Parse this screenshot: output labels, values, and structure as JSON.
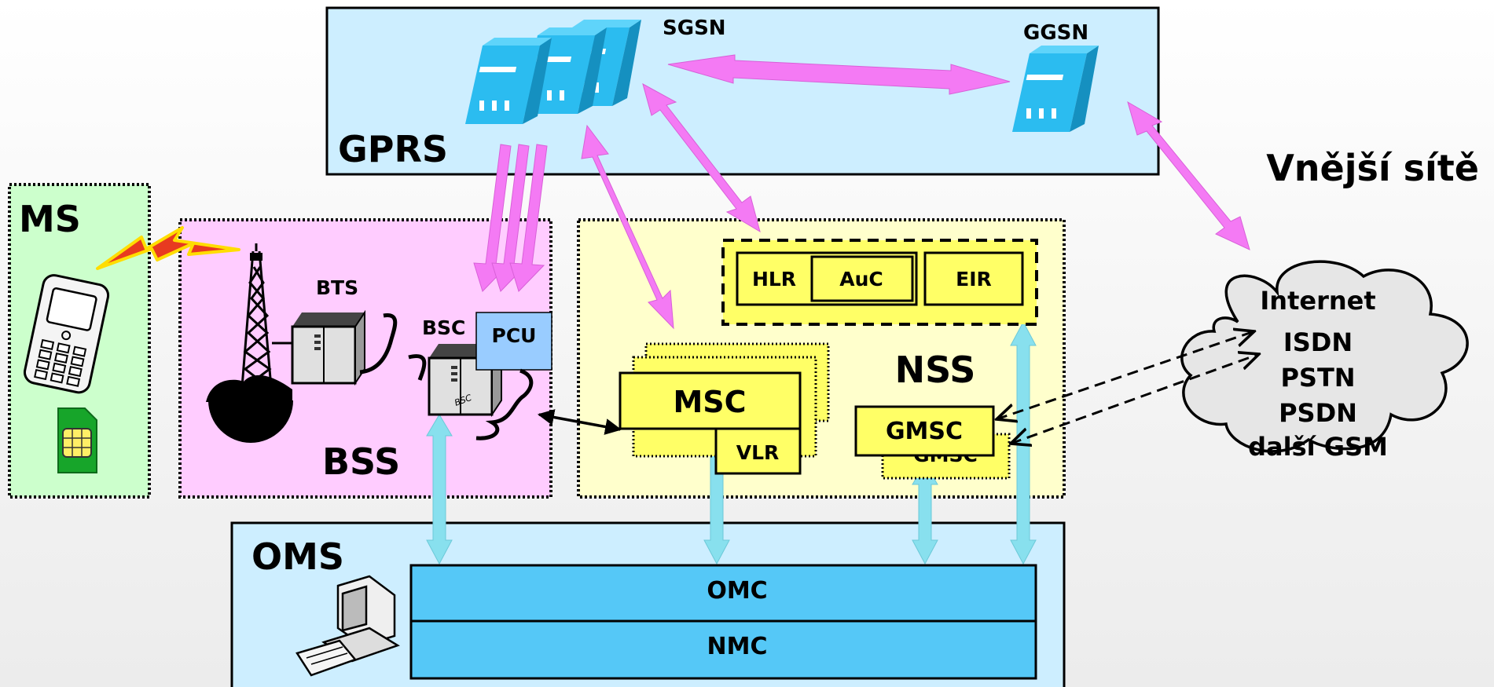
{
  "colors": {
    "gprs_bg": "#cdeeff",
    "ms_bg": "#ccffcc",
    "bss_bg": "#ffccff",
    "nss_bg": "#ffffcc",
    "oms_bg": "#cdeeff",
    "node_yellow": "#ffff66",
    "pcu_blue": "#99ccff",
    "omc_blue": "#55c8f7",
    "server_blue": "#2bbcf0",
    "magenta_link": "#f47af4",
    "cyan_link": "#88e0ee",
    "cloud_gray": "#e6e6e6"
  },
  "zones": {
    "gprs": "GPRS",
    "ms": "MS",
    "bss": "BSS",
    "nss": "NSS",
    "oms": "OMS",
    "external": "Vnější sítě"
  },
  "gprs": {
    "sgsn": "SGSN",
    "ggsn": "GGSN"
  },
  "bss": {
    "bts": "BTS",
    "bsc": "BSC",
    "pcu": "PCU"
  },
  "nss": {
    "hlr": "HLR",
    "auc": "AuC",
    "eir": "EIR",
    "msc": "MSC",
    "vlr": "VLR",
    "gmsc": "GMSC",
    "gmsc_back": "GMSC"
  },
  "oms": {
    "omc": "OMC",
    "nmc": "NMC"
  },
  "external_networks": [
    "Internet",
    "ISDN",
    "PSTN",
    "PSDN",
    "další GSM"
  ],
  "icons": {
    "phone": "mobile-phone-icon",
    "sim": "sim-card-icon",
    "lightning": "lightning-icon",
    "tower": "antenna-tower-icon",
    "cabinet": "equipment-cabinet-icon",
    "server": "server-icon",
    "computer": "computer-workstation-icon",
    "cloud": "cloud-icon"
  }
}
